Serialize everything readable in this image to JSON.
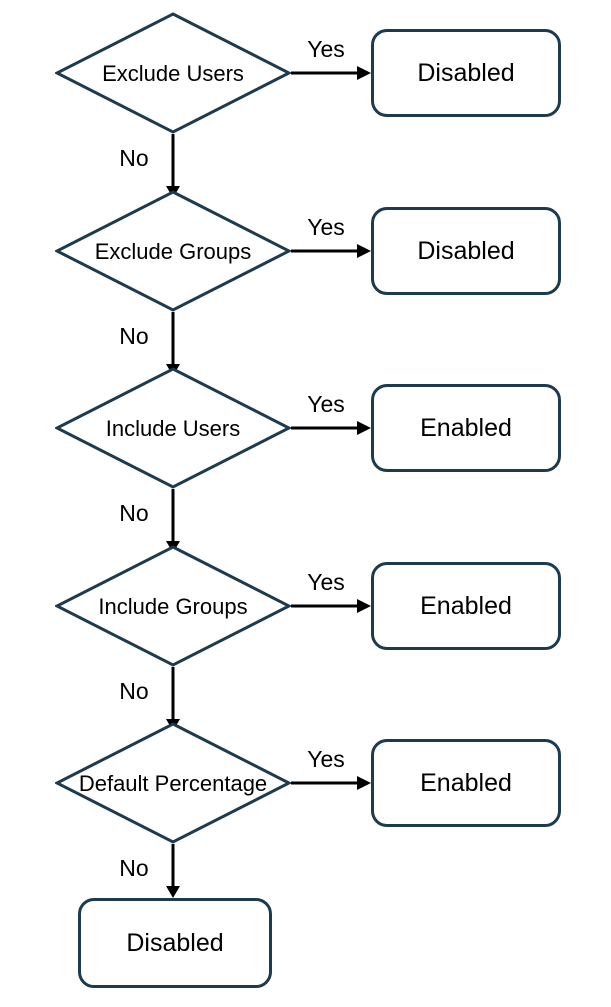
{
  "diagram": {
    "type": "flowchart",
    "colors": {
      "outline": "#1D3A4E",
      "arrow": "#000000",
      "text": "#000000",
      "background": "#FFFFFF"
    },
    "rows": [
      {
        "condition": "Exclude Users",
        "yes_label": "Yes",
        "no_label": "No",
        "result": "Disabled"
      },
      {
        "condition": "Exclude Groups",
        "yes_label": "Yes",
        "no_label": "No",
        "result": "Disabled"
      },
      {
        "condition": "Include Users",
        "yes_label": "Yes",
        "no_label": "No",
        "result": "Enabled"
      },
      {
        "condition": "Include Groups",
        "yes_label": "Yes",
        "no_label": "No",
        "result": "Enabled"
      },
      {
        "condition": "Default Percentage",
        "yes_label": "Yes",
        "no_label": "No",
        "result": "Enabled"
      }
    ],
    "final": {
      "label": "Disabled"
    }
  }
}
